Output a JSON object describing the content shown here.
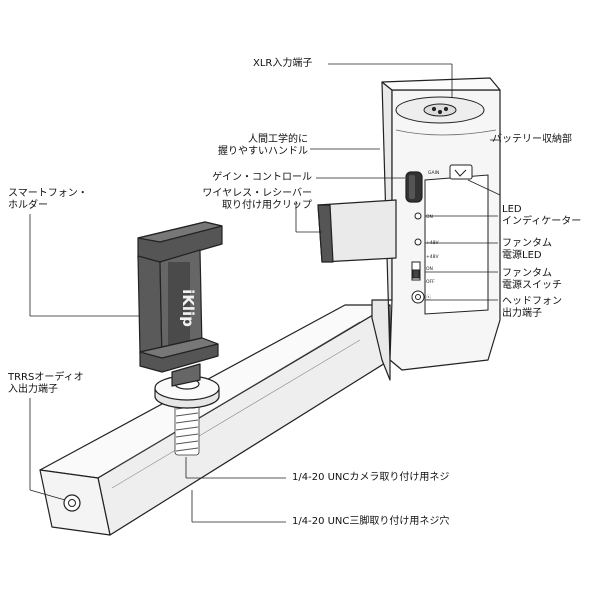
{
  "diagram": {
    "background": "#ffffff",
    "line_color": "#222222",
    "device_fill": "#f2f2f2",
    "brand_text": "iKlip",
    "panel_marks": {
      "gain": "GAIN",
      "led_on": "ON",
      "phantom_led": "+48V",
      "switch_label": "+48V",
      "switch_on": "ON",
      "switch_off": "OFF"
    },
    "labels": {
      "xlr": [
        "XLR入力端子"
      ],
      "grip": [
        "人間工学的に",
        "握りやすいハンドル"
      ],
      "battery": [
        "バッテリー収納部"
      ],
      "gain": [
        "ゲイン・コントロール"
      ],
      "clip": [
        "ワイヤレス・レシーバー",
        "取り付け用クリップ"
      ],
      "led": [
        "LED",
        "インディケーター"
      ],
      "smartphone": [
        "スマートフォン・",
        "ホルダー"
      ],
      "phantom_led": [
        "ファンタム",
        "電源LED"
      ],
      "phantom_switch": [
        "ファンタム",
        "電源スイッチ"
      ],
      "headphone": [
        "ヘッドフォン",
        "出力端子"
      ],
      "trrs": [
        "TRRSオーディオ",
        "入出力端子"
      ],
      "camera_screw": [
        "1/4-20 UNCカメラ取り付け用ネジ"
      ],
      "tripod_screw": [
        "1/4-20 UNC三脚取り付け用ネジ穴"
      ]
    }
  }
}
